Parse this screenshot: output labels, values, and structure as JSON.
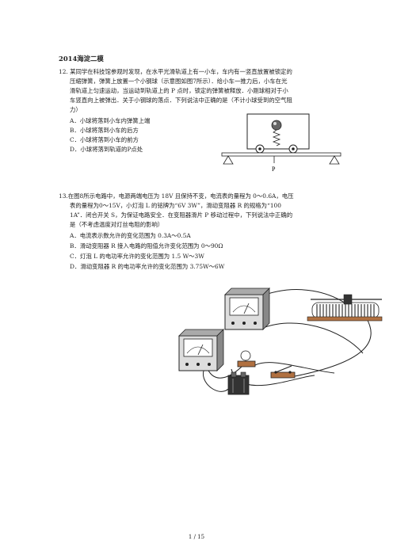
{
  "header": {
    "title": "2014海淀二模"
  },
  "q12": {
    "lines": [
      "12.  某同学在科技馆参观时发现，在水平光滑轨道上有一小车，车内有一竖直放置被锁定的",
      "压缩弹簧，弹簧上放置一个小钢球（示意图如图7所示）．给小车一推力后，小车在光",
      "滑轨道上匀速运动，当运动到轨道上的 P 点时，锁定的弹簧被释放．小刚球相对于小",
      "车竖直向上被弹出．关于小钢球的落点．下列说法中正确的是（不计小球受到的空气阻",
      "力）"
    ],
    "options": [
      "A．小球将落到小车内弹簧上端",
      "B．小球将落到小车的后方",
      "C．小球将落到小车的前方",
      "D．小球将落到轨道的P点处"
    ],
    "figure": {
      "p_label": "P"
    }
  },
  "q13": {
    "lines": [
      "13.在图8所示电路中，电源两端电压为  18V  且保持不变，电流表的量程为  0～0.6A，电压",
      "表的量程为0～15V，小灯泡  L  的铭牌为“6V 3W”，滑动变阻器 R  的规格为“100",
      "1A”．闭合开关 S，为保证电路安全．在变阻器滑片 P 移动过程中，下列说法中正确的",
      "是（不考虑温度对灯丝电阻的影响）"
    ],
    "options": [
      "A．电流表示数允许的变化范围为 0.3A～0.5A",
      "B．滑动变阻器 R  接入电路的阻值允许变化范围为 0～90Ω",
      "C．灯泡  L  的电功率允许的变化范围为 1.5 W～3W",
      "D．滑动变阻器  R  的电功率允许的变化范围为 3.75W～6W"
    ]
  },
  "footer": {
    "page": "1  /  15"
  }
}
